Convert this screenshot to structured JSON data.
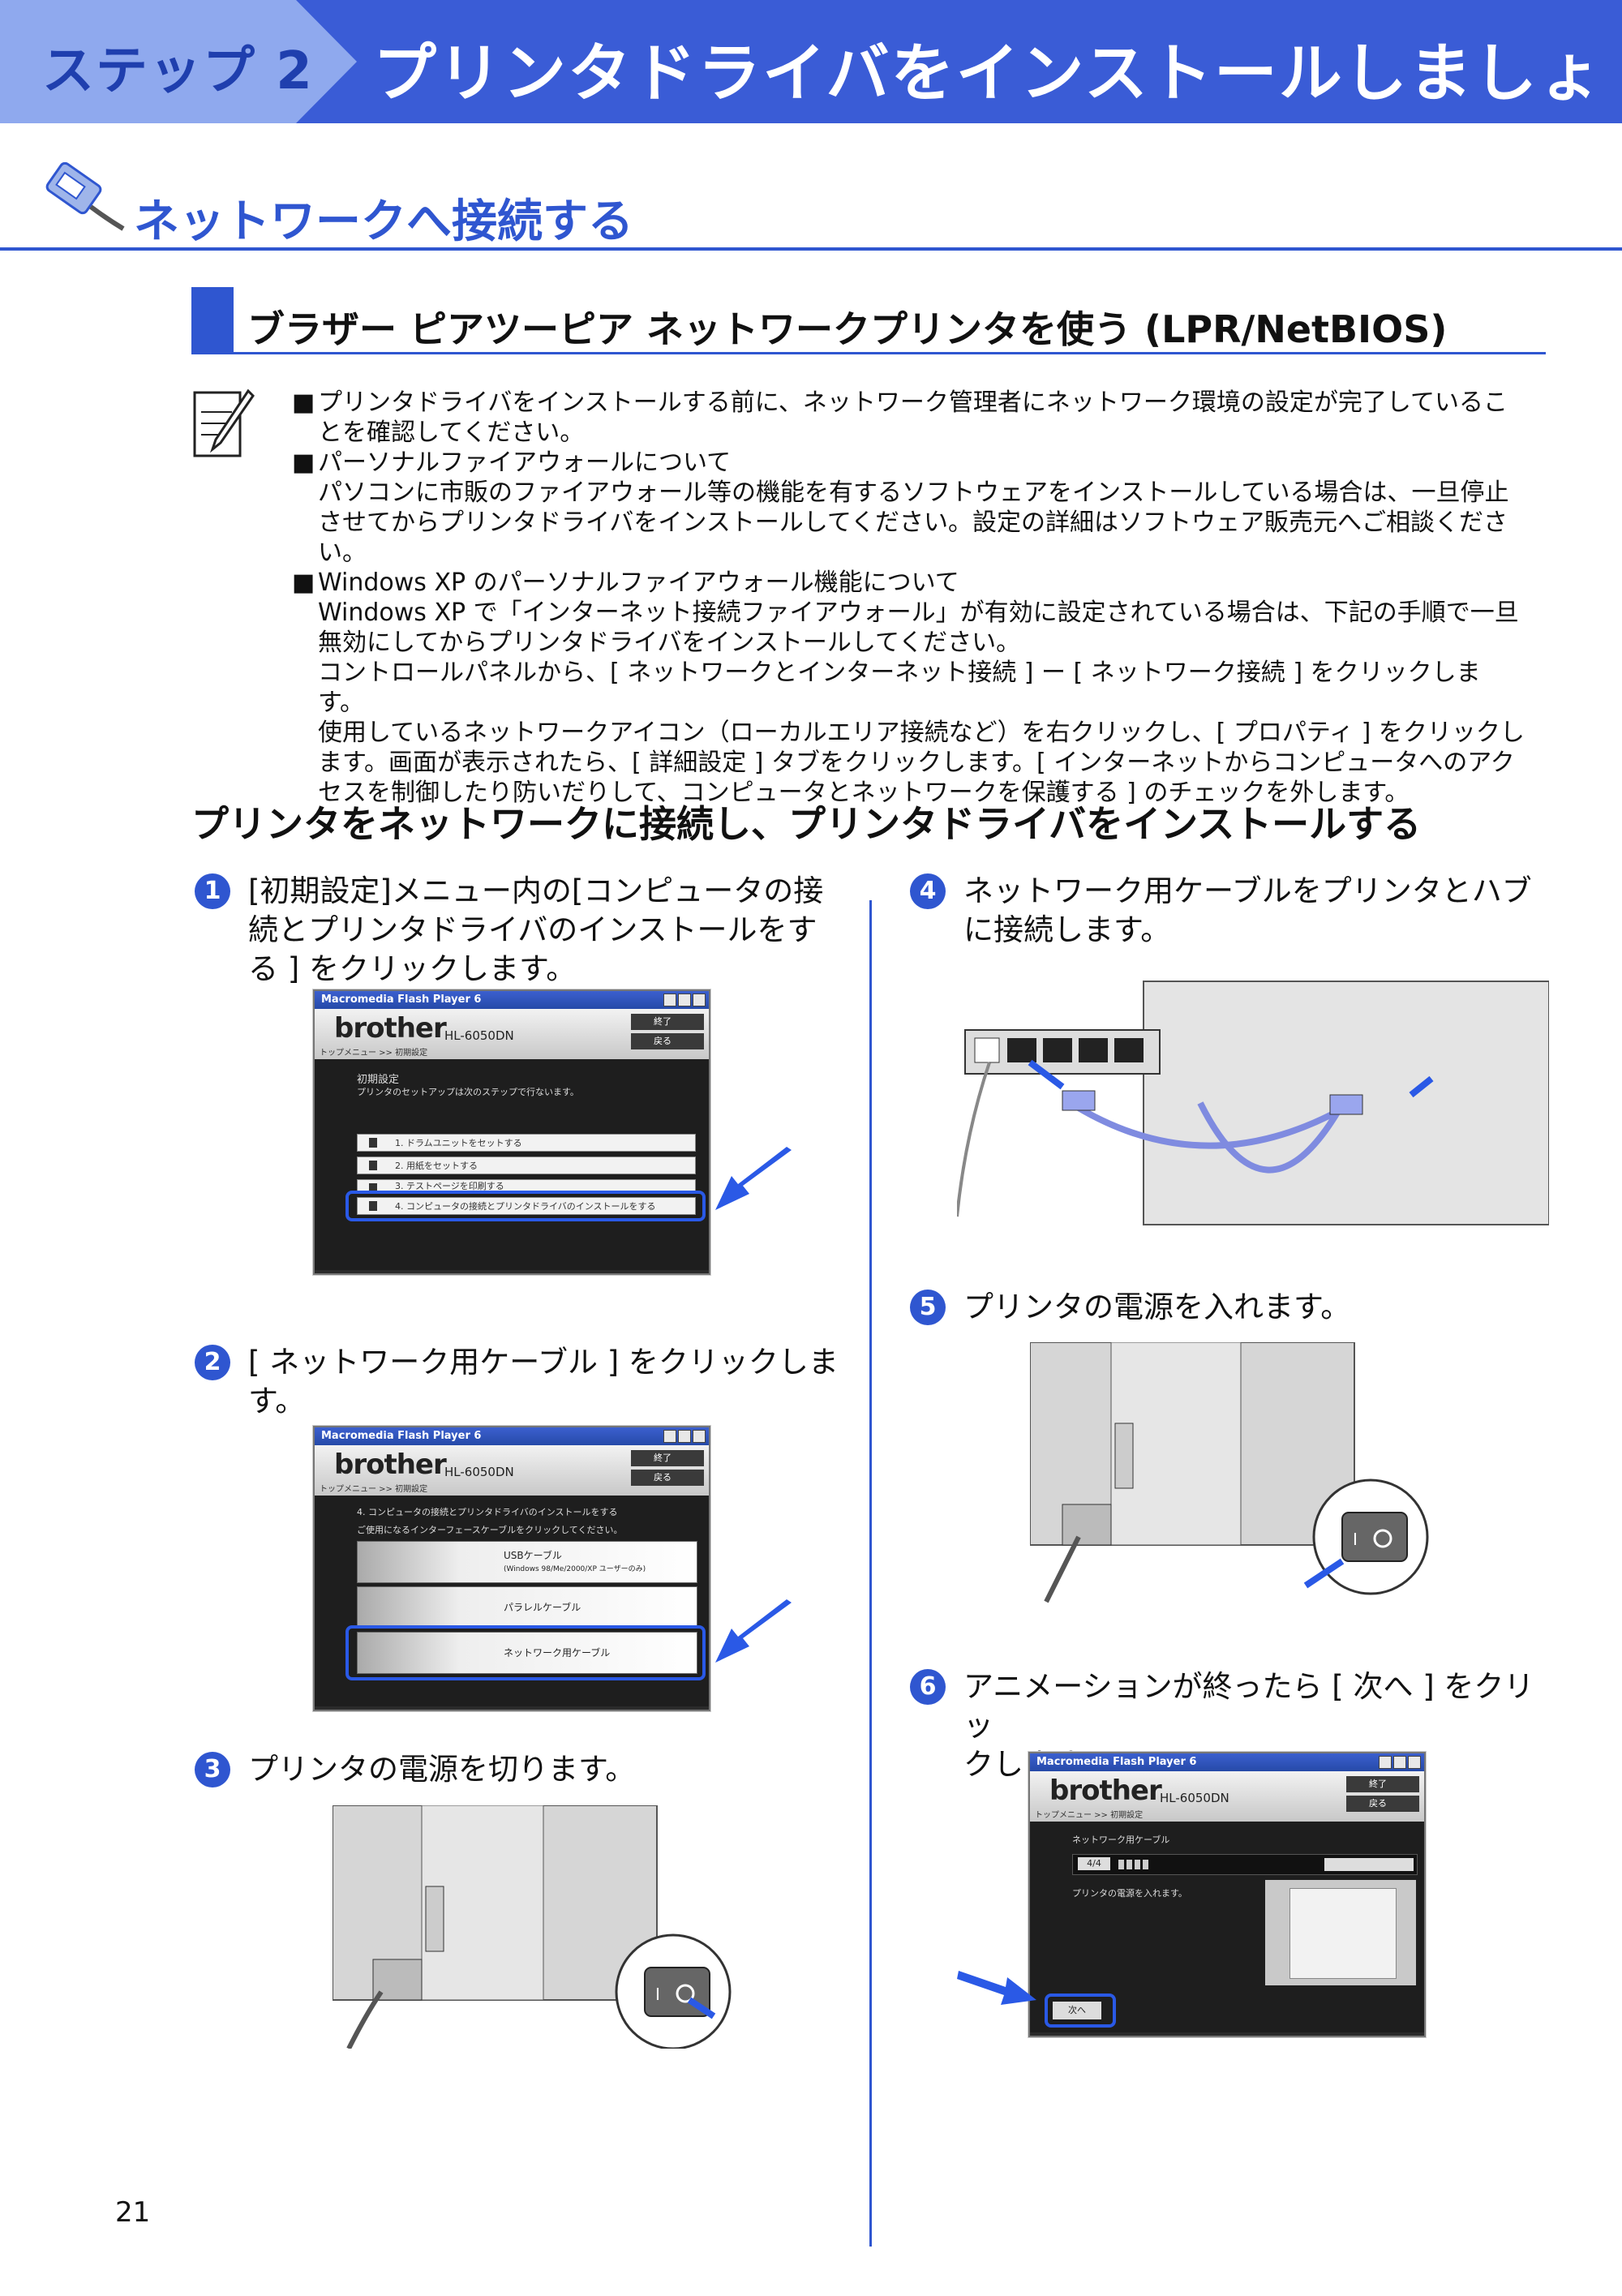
{
  "banner": {
    "step": "ステップ 2",
    "title": "プリンタドライバをインストールしましょう"
  },
  "section": {
    "title": "ネットワークへ接続する"
  },
  "subsection": {
    "title": "ブラザー ピアツーピア ネットワークプリンタを使う (LPR/NetBIOS)"
  },
  "note": {
    "items": [
      {
        "lines": [
          "プリンタドライバをインストールする前に、ネットワーク管理者にネットワーク環境の設定が完了しているこ",
          "とを確認してください。"
        ]
      },
      {
        "lines": [
          "パーソナルファイアウォールについて",
          "パソコンに市販のファイアウォール等の機能を有するソフトウェアをインストールしている場合は、一旦停止",
          "させてからプリンタドライバをインストールしてください。設定の詳細はソフトウェア販売元へご相談くださ",
          "い。"
        ]
      },
      {
        "lines": [
          "Windows XP のパーソナルファイアウォール機能について",
          "Windows XP で「インターネット接続ファイアウォール」が有効に設定されている場合は、下記の手順で一旦",
          "無効にしてからプリンタドライバをインストールしてください。",
          "コントロールパネルから、[ ネットワークとインターネット接続 ] ー [ ネットワーク接続 ] をクリックします。",
          "使用しているネットワークアイコン（ローカルエリア接続など）を右クリックし、[ プロパティ ] をクリックし",
          "ます。画面が表示されたら、[ 詳細設定 ] タブをクリックします。[ インターネットからコンピュータへのアク",
          "セスを制御したり防いだりして、コンピュータとネットワークを保護する ] のチェックを外します。"
        ]
      }
    ]
  },
  "heading2": "プリンタをネットワークに接続し、プリンタドライバをインストールする",
  "steps": [
    {
      "num": "1",
      "lines": [
        "[初期設定]メニュー内の[コンピュータの接",
        "続とプリンタドライバのインストールをす",
        "る ] をクリックします。"
      ]
    },
    {
      "num": "2",
      "lines": [
        "[ ネットワーク用ケーブル ] をクリックしま",
        "す。"
      ]
    },
    {
      "num": "3",
      "lines": [
        "プリンタの電源を切ります。"
      ]
    },
    {
      "num": "4",
      "lines": [
        "ネットワーク用ケーブルをプリンタとハブ",
        "に接続します。"
      ]
    },
    {
      "num": "5",
      "lines": [
        "プリンタの電源を入れます。"
      ]
    },
    {
      "num": "6",
      "lines": [
        "アニメーションが終ったら [ 次へ ] をクリッ",
        "クします。"
      ]
    }
  ],
  "window": {
    "title": "Macromedia Flash Player 6",
    "logo": "brother",
    "model": "HL-6050DN",
    "crumb": "トップメニュー >> 初期設定",
    "btn_exit": "終了",
    "btn_back": "戻る"
  },
  "screen1": {
    "heading": "初期設定",
    "desc": "プリンタのセットアップは次のステップで行ないます。",
    "items": [
      "1. ドラムユニットをセットする",
      "2. 用紙をセットする",
      "3. テストページを印刷する",
      "4. コンピュータの接続とプリンタドライバのインストールをする"
    ]
  },
  "screen2": {
    "heading": "4. コンピュータの接続とプリンタドライバのインストールをする",
    "desc": "ご使用になるインターフェースケーブルをクリックしてください。",
    "usb": "USBケーブル",
    "usb_note": "(Windows 98/Me/2000/XP ユーザーのみ)",
    "parallel": "パラレルケーブル",
    "network": "ネットワーク用ケーブル"
  },
  "screen6": {
    "heading": "ネットワーク用ケーブル",
    "counter": "4/4",
    "desc": "プリンタの電源を入れます。",
    "next": "次へ"
  },
  "page_number": "21",
  "colors": {
    "brand_blue": "#2f56d0",
    "banner_light": "#8fa9ee"
  }
}
